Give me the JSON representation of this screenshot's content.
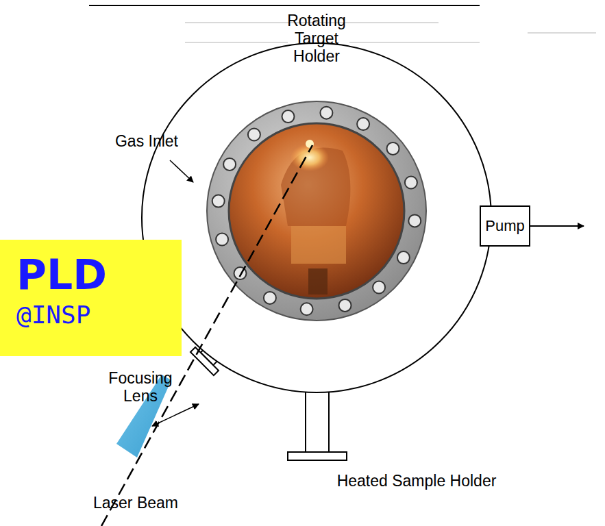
{
  "diagram": {
    "nodes": [
      {
        "text": [
          "PLD",
          "@INSP"
        ]
      },
      {
        "text": [
          "Pump"
        ]
      }
    ],
    "labels": [
      "Rotating Target Holder",
      "Gas Inlet",
      "Focusing Lens",
      "Laser Beam",
      "Heated Sample Holder"
    ]
  }
}
